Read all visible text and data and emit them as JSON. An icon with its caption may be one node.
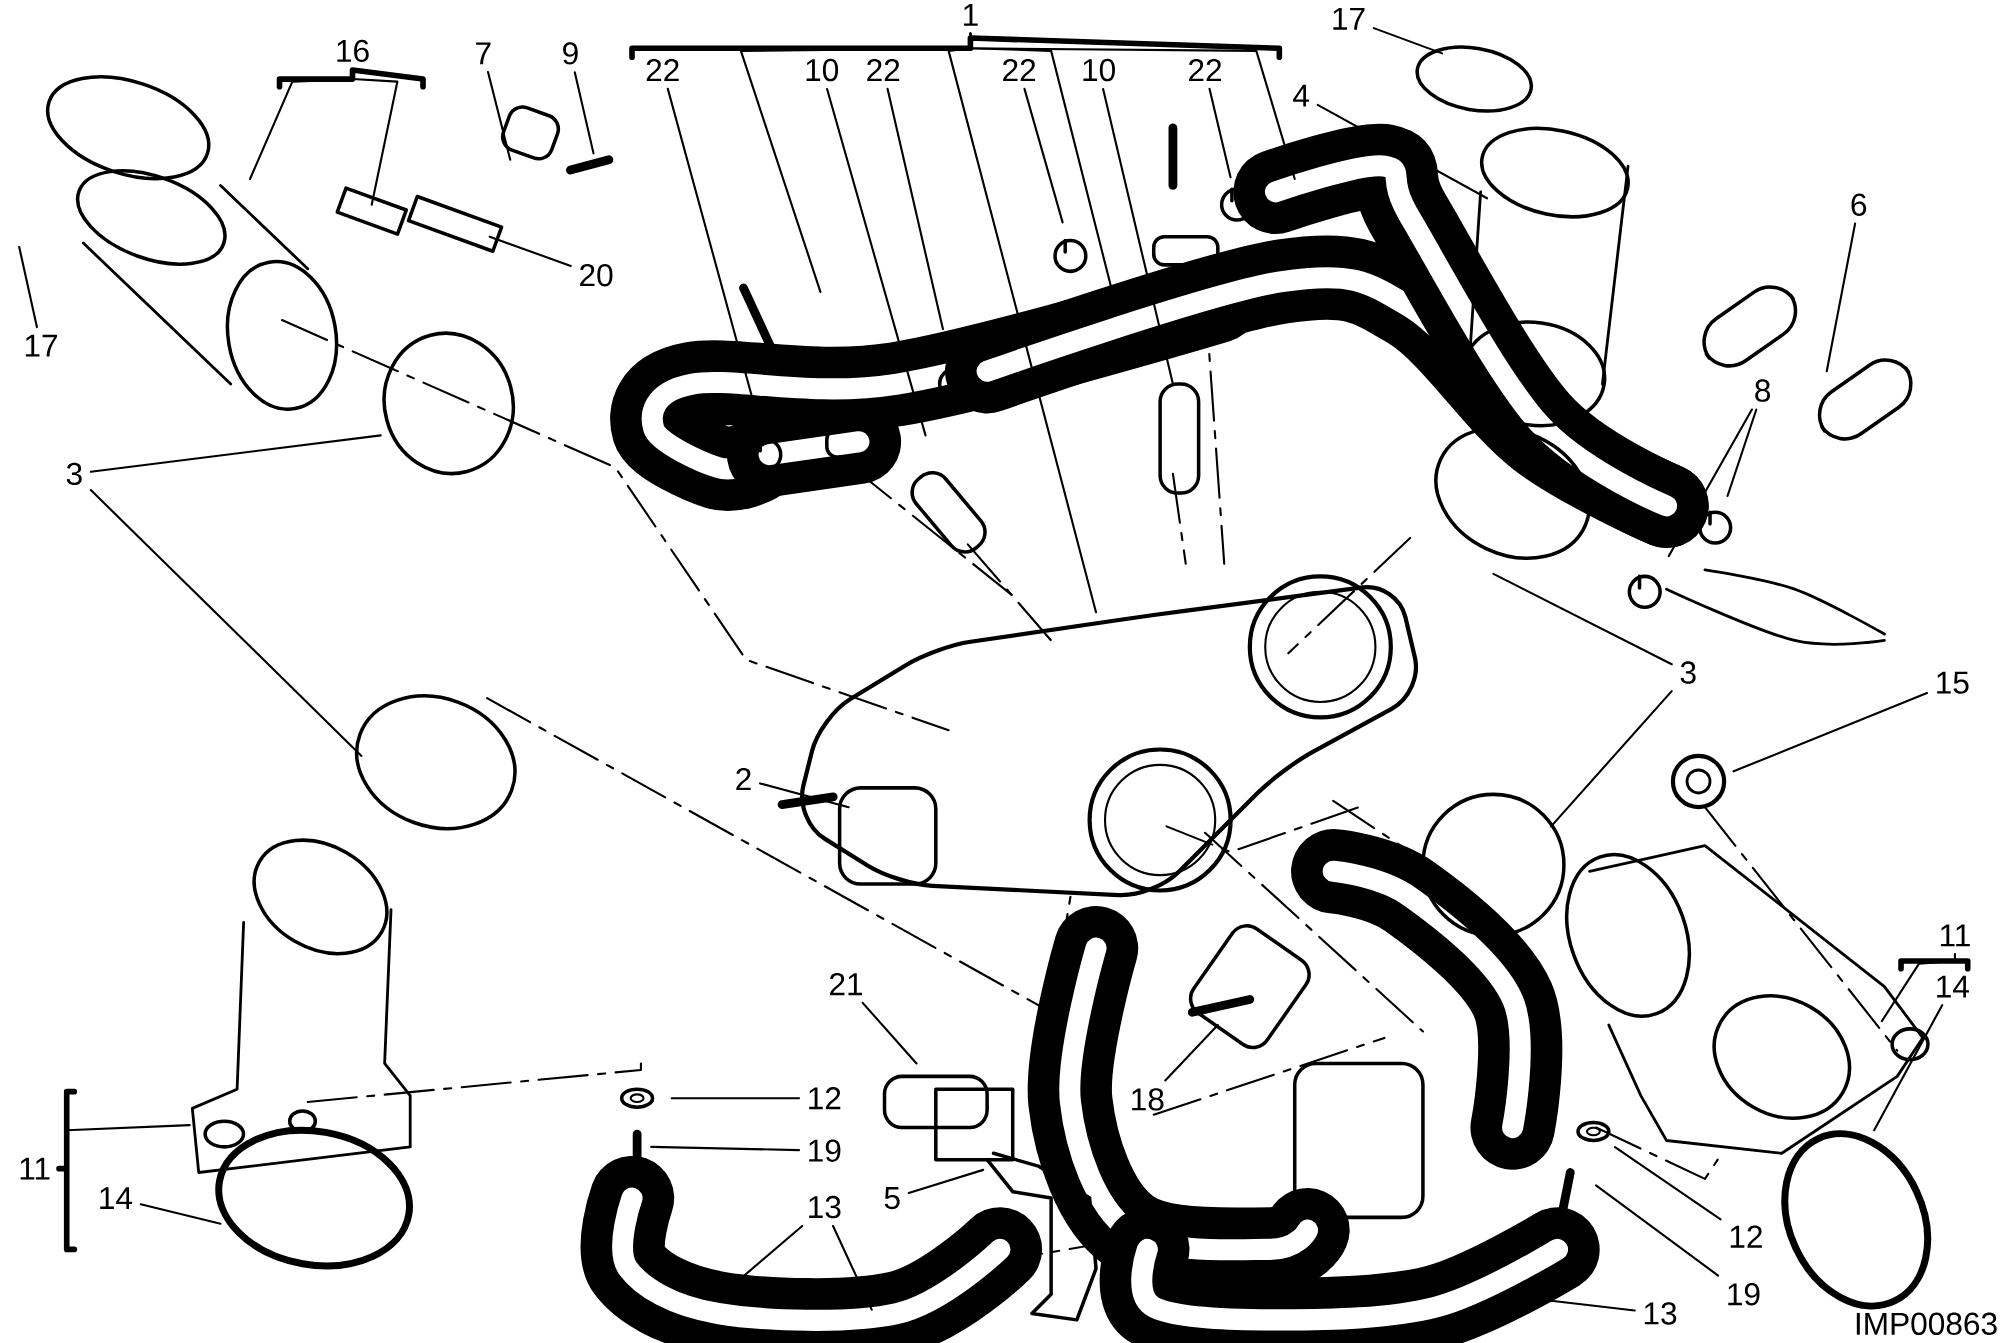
{
  "diagram": {
    "nodes": [
      {
        "text": [
          "1"
        ]
      },
      {
        "text": [
          "17"
        ]
      },
      {
        "text": [
          "16"
        ]
      },
      {
        "text": [
          "7"
        ]
      },
      {
        "text": [
          "9"
        ]
      },
      {
        "text": [
          "22"
        ]
      },
      {
        "text": [
          "10"
        ]
      },
      {
        "text": [
          "22"
        ]
      },
      {
        "text": [
          "22"
        ]
      },
      {
        "text": [
          "10"
        ]
      },
      {
        "text": [
          "22"
        ]
      },
      {
        "text": [
          "4"
        ]
      },
      {
        "text": [
          "6"
        ]
      },
      {
        "text": [
          "20"
        ]
      },
      {
        "text": [
          "17"
        ]
      },
      {
        "text": [
          "8"
        ]
      },
      {
        "text": [
          "3"
        ]
      },
      {
        "text": [
          "3"
        ]
      },
      {
        "text": [
          "15"
        ]
      },
      {
        "text": [
          "2"
        ]
      },
      {
        "text": [
          "11"
        ]
      },
      {
        "text": [
          "14"
        ]
      },
      {
        "text": [
          "21"
        ]
      },
      {
        "text": [
          "12"
        ]
      },
      {
        "text": [
          "18"
        ]
      },
      {
        "text": [
          "19"
        ]
      },
      {
        "text": [
          "11"
        ]
      },
      {
        "text": [
          "14"
        ]
      },
      {
        "text": [
          "5"
        ]
      },
      {
        "text": [
          "13"
        ]
      },
      {
        "text": [
          "12"
        ]
      },
      {
        "text": [
          "19"
        ]
      },
      {
        "text": [
          "13"
        ]
      }
    ],
    "edges": [
      {
        "from": 0,
        "to": null,
        "arrow": "none"
      },
      {
        "from": 0,
        "to": null,
        "arrow": "none"
      },
      {
        "from": 0,
        "to": null,
        "arrow": "none"
      },
      {
        "from": 0,
        "to": null,
        "arrow": "none"
      },
      {
        "from": 1,
        "to": null,
        "arrow": "none"
      },
      {
        "from": 2,
        "to": null,
        "arrow": "none"
      },
      {
        "from": 2,
        "to": null,
        "arrow": "none"
      },
      {
        "from": 3,
        "to": null,
        "arrow": "none"
      },
      {
        "from": 4,
        "to": null,
        "arrow": "none"
      },
      {
        "from": 5,
        "to": null,
        "arrow": "none"
      },
      {
        "from": 6,
        "to": null,
        "arrow": "none"
      },
      {
        "from": 7,
        "to": null,
        "arrow": "none"
      },
      {
        "from": 8,
        "to": null,
        "arrow": "none"
      },
      {
        "from": 9,
        "to": null,
        "arrow": "none"
      },
      {
        "from": 10,
        "to": null,
        "arrow": "none"
      },
      {
        "from": 11,
        "to": null,
        "arrow": "none"
      },
      {
        "from": 12,
        "to": null,
        "arrow": "none"
      },
      {
        "from": 13,
        "to": null,
        "arrow": "none"
      },
      {
        "from": 14,
        "to": null,
        "arrow": "none"
      },
      {
        "from": 15,
        "to": null,
        "arrow": "none"
      },
      {
        "from": 15,
        "to": null,
        "arrow": "none"
      },
      {
        "from": 16,
        "to": null,
        "arrow": "none"
      },
      {
        "from": 16,
        "to": null,
        "arrow": "none"
      },
      {
        "from": 17,
        "to": null,
        "arrow": "none"
      },
      {
        "from": 17,
        "to": null,
        "arrow": "none"
      },
      {
        "from": 18,
        "to": null,
        "arrow": "none"
      },
      {
        "from": 19,
        "to": null,
        "arrow": "none"
      },
      {
        "from": 20,
        "to": null,
        "arrow": "none"
      },
      {
        "from": 21,
        "to": null,
        "arrow": "none"
      },
      {
        "from": 22,
        "to": null,
        "arrow": "none"
      },
      {
        "from": 23,
        "to": null,
        "arrow": "none"
      },
      {
        "from": 24,
        "to": null,
        "arrow": "none"
      },
      {
        "from": 25,
        "to": null,
        "arrow": "none"
      },
      {
        "from": 26,
        "to": null,
        "arrow": "none"
      },
      {
        "from": 27,
        "to": null,
        "arrow": "none"
      },
      {
        "from": 28,
        "to": null,
        "arrow": "none"
      },
      {
        "from": 29,
        "to": null,
        "arrow": "none"
      },
      {
        "from": 29,
        "to": null,
        "arrow": "none"
      },
      {
        "from": 30,
        "to": null,
        "arrow": "none"
      },
      {
        "from": 31,
        "to": null,
        "arrow": "none"
      },
      {
        "from": 32,
        "to": null,
        "arrow": "none"
      }
    ],
    "labels": [
      "IMP00863"
    ]
  }
}
